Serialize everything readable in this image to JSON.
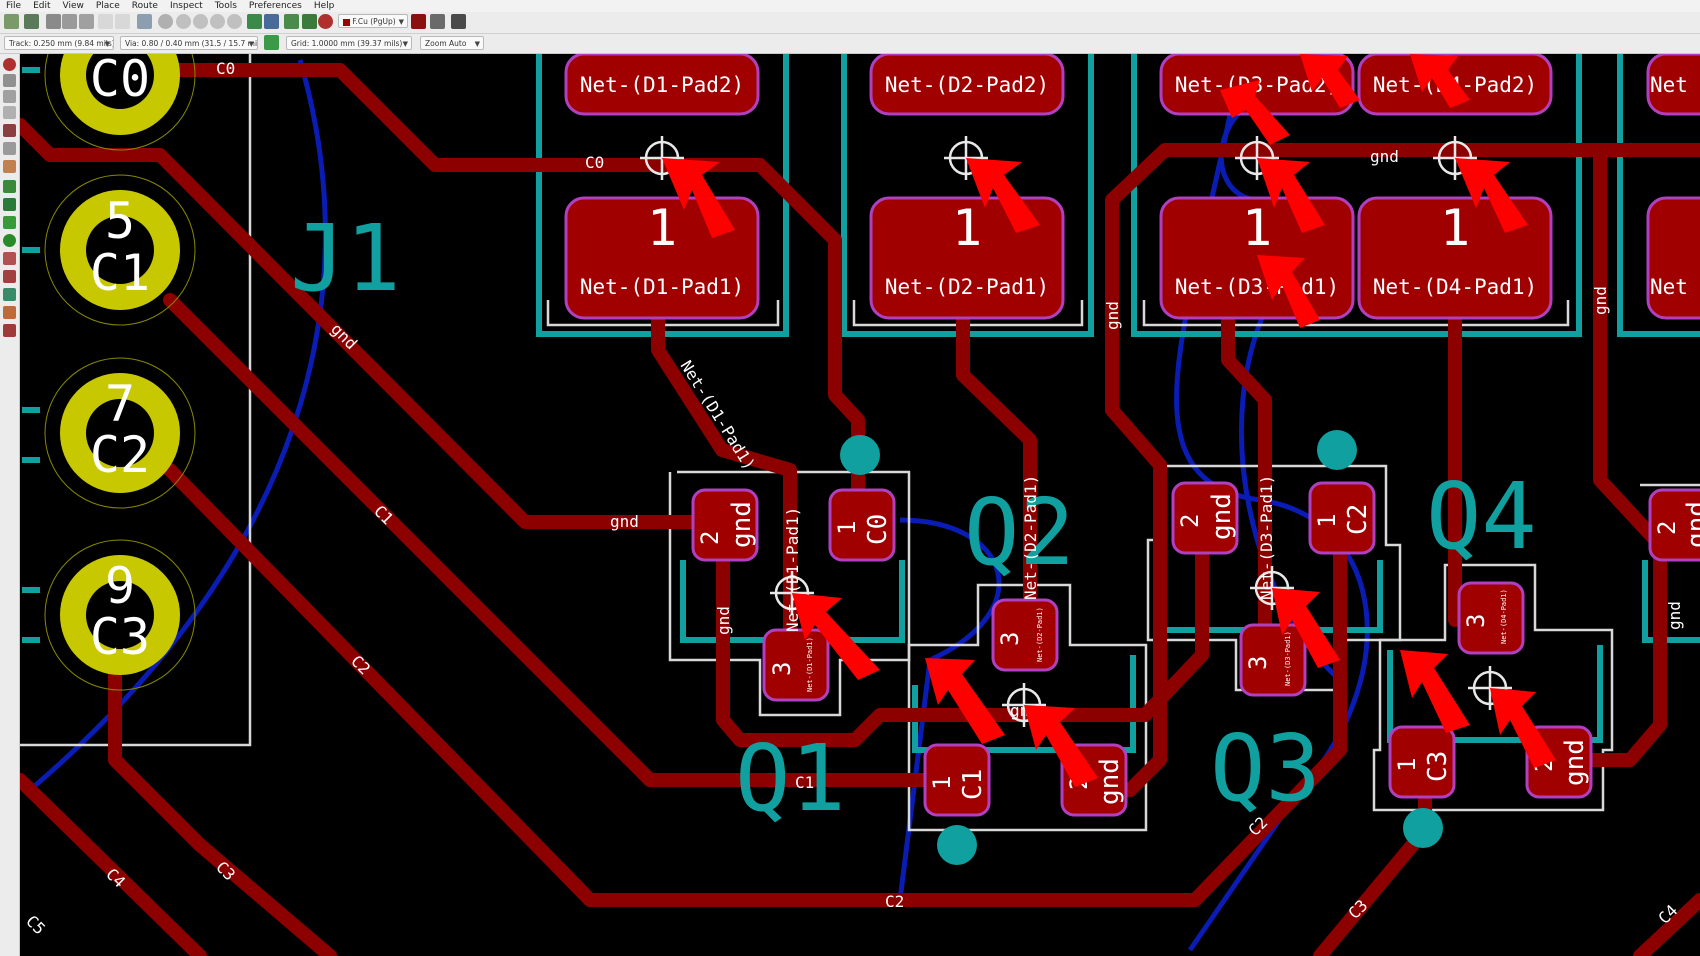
{
  "menu": [
    "File",
    "Edit",
    "View",
    "Place",
    "Route",
    "Inspect",
    "Tools",
    "Preferences",
    "Help"
  ],
  "toolbar": {
    "layer": "F.Cu (PgUp)",
    "track": "Track: 0.250 mm (9.84 mils) *",
    "via": "Via: 0.80 / 0.40 mm (31.5 / 15.7 mils) *",
    "grid": "Grid: 1.0000 mm (39.37 mils)",
    "zoom": "Zoom Auto"
  },
  "colors": {
    "track": "#8c0000",
    "pad": "#a00000",
    "pad_outline": "#b040c0",
    "copper_bottom": "#0a1cb4",
    "courtyard": "#10a0a0",
    "silk": "#e8e8e8",
    "through_pad": "#c8c800",
    "background": "#000000"
  },
  "icons": [
    "new-board-icon",
    "open-icon",
    "save-icon",
    "print-icon",
    "undo-icon",
    "redo-icon",
    "find-icon",
    "refresh-icon",
    "zoom-in-icon",
    "zoom-out-icon",
    "zoom-fit-icon",
    "zoom-selection-icon",
    "netlist-icon",
    "drc-icon",
    "layer-select-icon",
    "scripting-icon"
  ],
  "board": {
    "connector": {
      "ref": "J1",
      "pins": [
        {
          "num": "",
          "net": "C0"
        },
        {
          "num": "5",
          "net": "C1"
        },
        {
          "num": "7",
          "net": "C2"
        },
        {
          "num": "9",
          "net": "C3"
        }
      ]
    },
    "diodes": [
      {
        "pad2": "Net-(D1-Pad2)",
        "pad1_num": "1",
        "pad1": "Net-(D1-Pad1)"
      },
      {
        "pad2": "Net-(D2-Pad2)",
        "pad1_num": "1",
        "pad1": "Net-(D2-Pad1)"
      },
      {
        "pad2": "Net-(D3-Pad2)",
        "pad1_num": "1",
        "pad1": "Net-(D3-Pad1)"
      },
      {
        "pad2": "Net-(D4-Pad2)",
        "pad1_num": "1",
        "pad1": "Net-(D4-Pad1)"
      },
      {
        "pad2": "Net",
        "pad1_num": "",
        "pad1": "Net"
      }
    ],
    "transistors": [
      {
        "ref": "Q1",
        "p1": "1",
        "p1net": "C0",
        "p2": "2",
        "p2net": "gnd",
        "p3": "3",
        "p3net": "Net-(D1-Pad1)"
      },
      {
        "ref": "Q2",
        "p1": "1",
        "p1net": "C1",
        "p2": "2",
        "p2net": "gnd",
        "p3": "3",
        "p3net": "Net-(D2-Pad1)"
      },
      {
        "ref": "Q3",
        "p1": "1",
        "p1net": "C2",
        "p2": "2",
        "p2net": "gnd",
        "p3": "3",
        "p3net": "Net-(D3-Pad1)"
      },
      {
        "ref": "Q4",
        "p1": "1",
        "p1net": "C3",
        "p2": "2",
        "p2net": "gnd",
        "p3": "3",
        "p3net": "Net-(D4-Pad1)"
      },
      {
        "ref": "",
        "p2": "2",
        "p2net": "gnd"
      }
    ],
    "track_labels": {
      "c0": "C0",
      "c1": "C1",
      "c2": "C2",
      "c3": "C3",
      "c4": "C4",
      "c5": "C5",
      "gnd": "gnd",
      "d1": "Net-(D1-Pad1)",
      "d2": "Net-(D2-Pad1)",
      "d3": "Net-(D3-Pad1)"
    }
  }
}
